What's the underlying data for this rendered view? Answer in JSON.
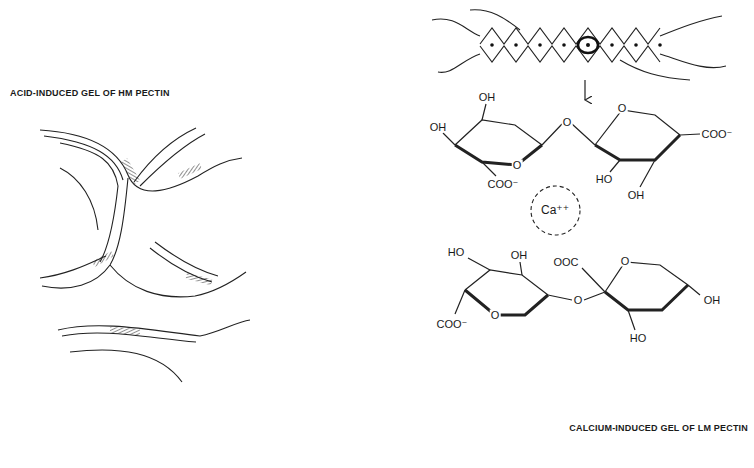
{
  "diagram": {
    "nodes": [
      {
        "text": [
          "Ca⁺⁺"
        ]
      }
    ],
    "labels": [
      "ACID-INDUCED GEL OF HM PECTIN",
      "CALCIUM-INDUCED GEL OF LM PECTIN",
      "OH",
      "OH",
      "COO⁻",
      "O",
      "O",
      "O",
      "COO⁻",
      "HO",
      "OH",
      "HO",
      "OH",
      "COO⁻",
      "O",
      "O",
      "OOC",
      "O",
      "OH",
      "HO"
    ]
  }
}
